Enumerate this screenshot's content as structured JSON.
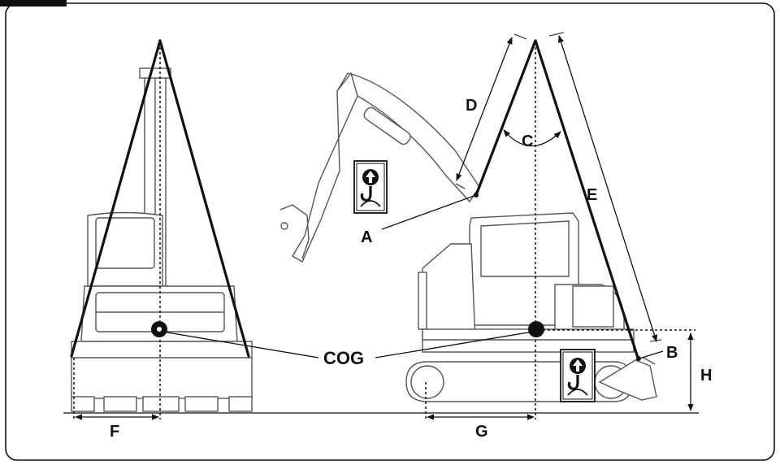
{
  "labels": {
    "A": "A",
    "B": "B",
    "C": "C",
    "D": "D",
    "E": "E",
    "F": "F",
    "G": "G",
    "H": "H",
    "COG": "COG"
  },
  "icons": {
    "lift_point_symbol": "lift-hook-icon"
  },
  "colors": {
    "ink": "#111111",
    "outline": "#555555",
    "background": "#ffffff"
  }
}
